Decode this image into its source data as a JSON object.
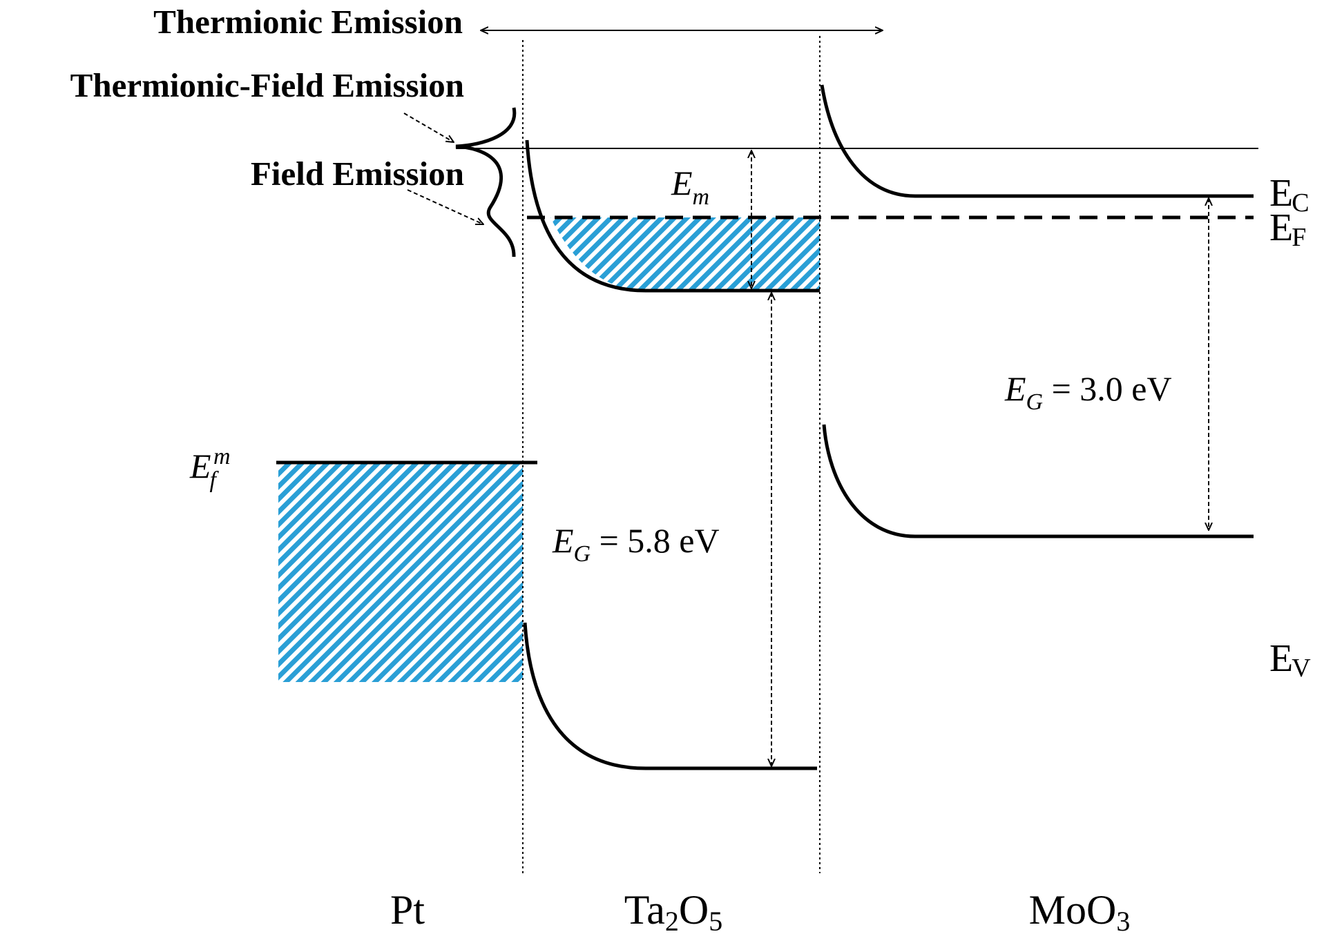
{
  "annotations": {
    "thermionic_emission": "Thermionic Emission",
    "thermionic_field_emission": "Thermionic-Field Emission",
    "field_emission": "Field Emission"
  },
  "levels": {
    "ec_base": "E",
    "ec_sub": "C",
    "ef_base": "E",
    "ef_sub": "F",
    "ev_base": "E",
    "ev_sub": "V"
  },
  "symbols": {
    "em_base": "E",
    "em_sub": "m",
    "efm_base": "E",
    "efm_sub": "f",
    "efm_sup": "m",
    "eg_base": "E",
    "eg_sub": "G",
    "eg_ta2o5_value": " = 5.8 eV",
    "eg_moo3_value": " = 3.0 eV"
  },
  "materials": {
    "pt": "Pt",
    "ta2o5": [
      "Ta",
      "2",
      "O",
      "5"
    ],
    "moo3": [
      "MoO",
      "3"
    ]
  },
  "colors": {
    "hatch_blue": "#2a9fd6",
    "line": "#000000"
  }
}
